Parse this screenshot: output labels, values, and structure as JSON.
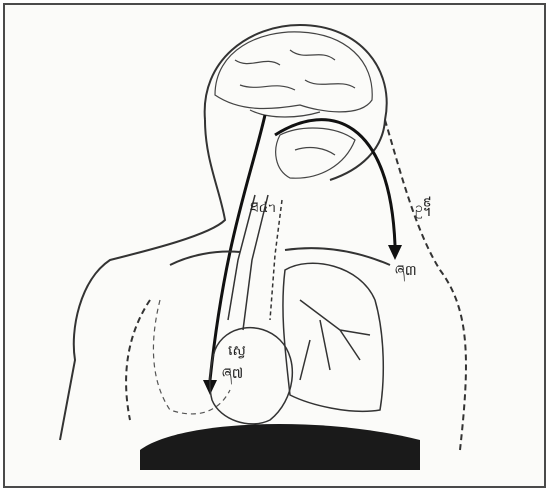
{
  "labels": {
    "top_right": "ဥ᧩",
    "neck": "ཐ៤ᥐ",
    "shoulder_right": "ཞ៣",
    "heart_upper": "ស្វេ",
    "heart_lower": "ཞ៧"
  },
  "colors": {
    "ink": "#222222",
    "frame": "#4a4a4a",
    "diaphragm": "#1a1a1a"
  }
}
